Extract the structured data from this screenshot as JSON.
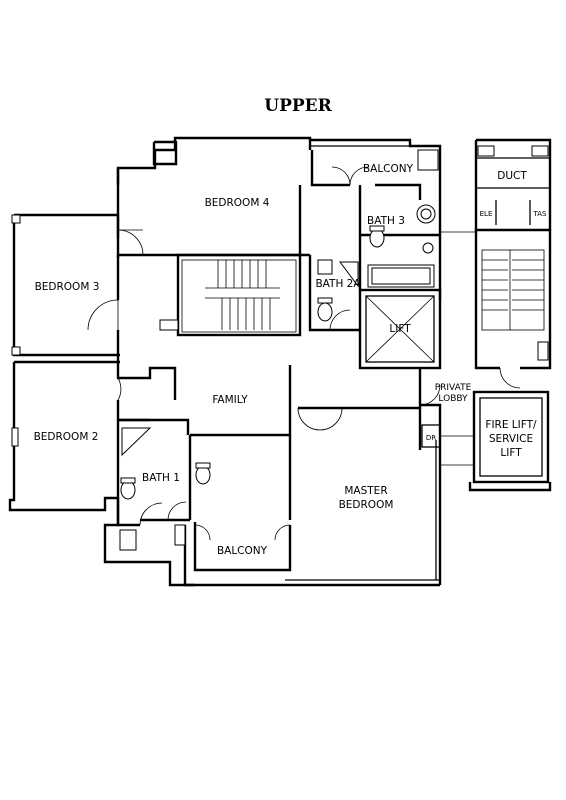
{
  "title": "UPPER",
  "rooms": {
    "balcony_top": "BALCONY",
    "duct": "DUCT",
    "ele": "ELE",
    "tas": "TAS",
    "bedroom4": "BEDROOM 4",
    "bath3": "BATH 3",
    "bedroom3": "BEDROOM 3",
    "bath2a": "BATH 2A",
    "lift": "LIFT",
    "private_lobby_1": "PRIVATE",
    "private_lobby_2": "LOBBY",
    "family": "FAMILY",
    "dr": "DR",
    "fire_lift_1": "FIRE LIFT/",
    "fire_lift_2": "SERVICE",
    "fire_lift_3": "LIFT",
    "bedroom2": "BEDROOM 2",
    "bath1": "BATH 1",
    "master_1": "MASTER",
    "master_2": "BEDROOM",
    "balcony_bottom": "BALCONY"
  }
}
